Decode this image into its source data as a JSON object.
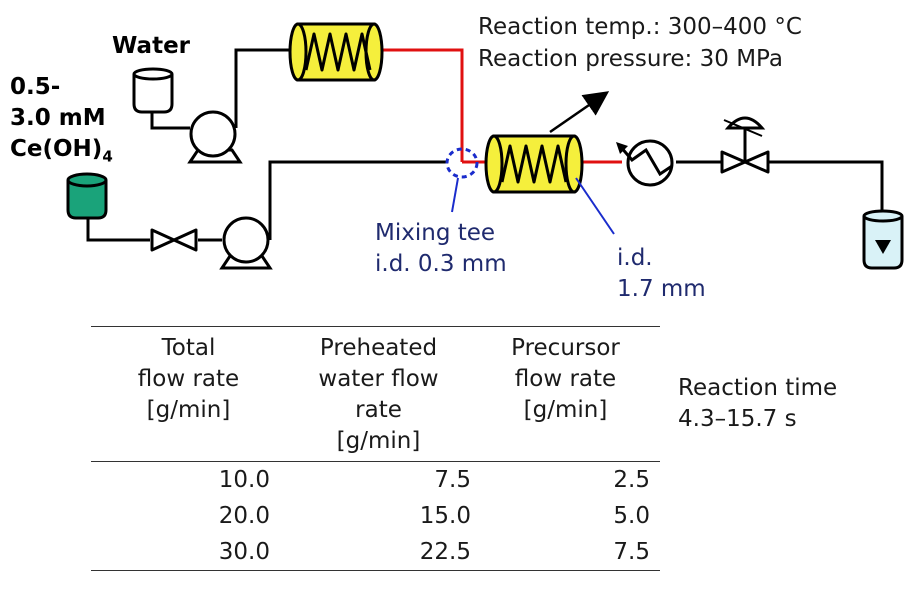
{
  "labels": {
    "water": "Water",
    "precursor": "0.5-\n3.0 mM\nCe(OH)",
    "precursor_subscript": "4",
    "reaction_temp": "Reaction temp.: 300–400 °C",
    "reaction_pressure": "Reaction pressure: 30 MPa",
    "mixing_tee": "Mixing tee\ni.d. 0.3 mm",
    "inner_diameter": "i.d.\n1.7 mm",
    "reaction_time": "Reaction time\n4.3–15.7 s"
  },
  "table": {
    "headers": [
      "Total\nflow rate\n[g/min]",
      "Preheated\nwater flow\nrate\n[g/min]",
      "Precursor\nflow rate\n[g/min]"
    ],
    "rows": [
      [
        "10.0",
        "7.5",
        "2.5"
      ],
      [
        "20.0",
        "15.0",
        "5.0"
      ],
      [
        "30.0",
        "22.5",
        "7.5"
      ]
    ]
  },
  "colors": {
    "pipe": "#000000",
    "hot_pipe": "#e01010",
    "heater_fill": "#f5ef3c",
    "precursor_vessel": "#1aa37a",
    "collection_vessel": "#d9f2f7",
    "blue_annotation": "#1a2ccc"
  }
}
